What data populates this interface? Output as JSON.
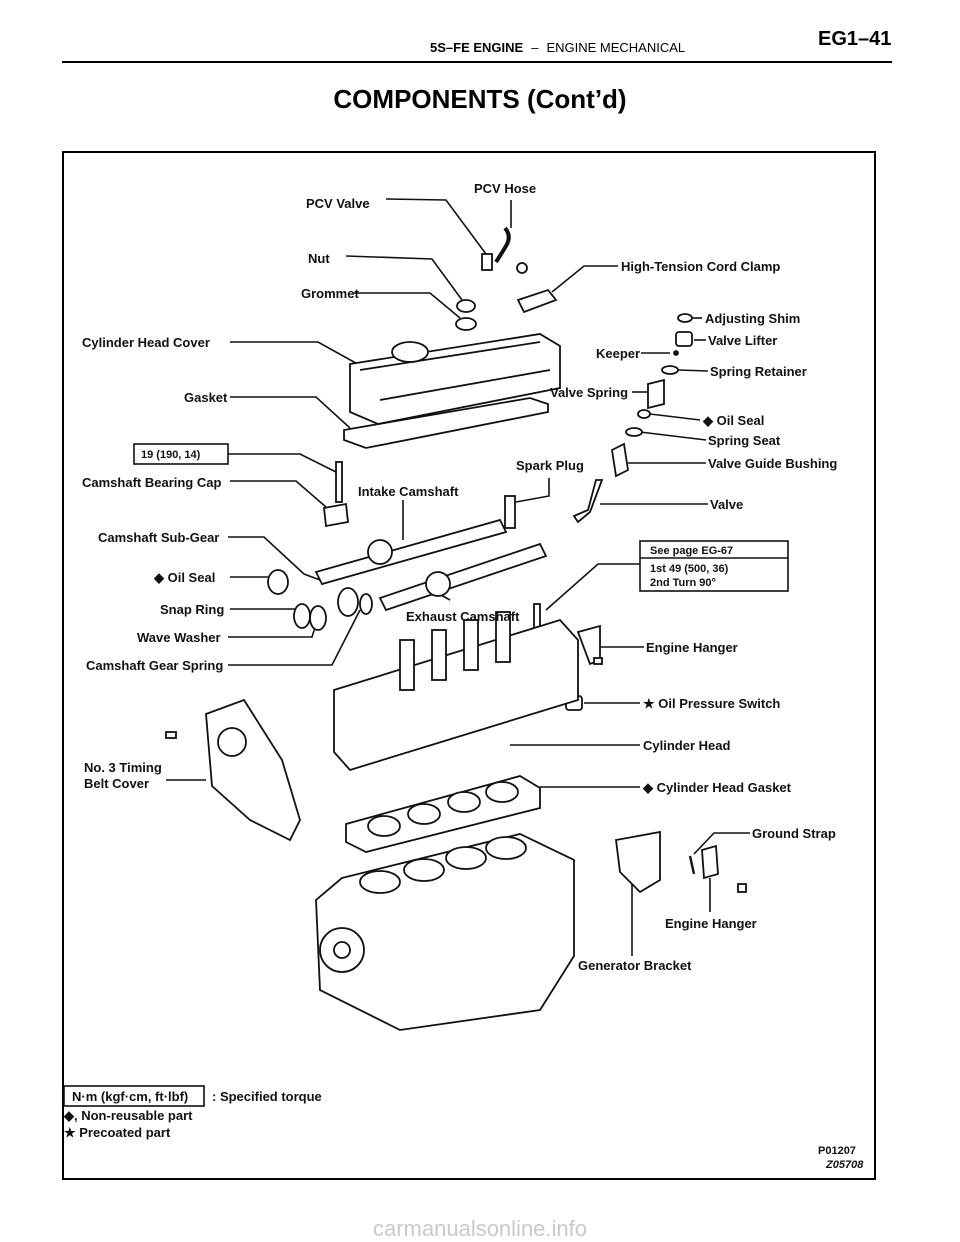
{
  "header": {
    "section": "5S–FE ENGINE",
    "separator": "–",
    "chapter": "ENGINE MECHANICAL",
    "page_code": "EG1–41"
  },
  "title": "COMPONENTS (Cont’d)",
  "labels": {
    "pcv_hose": "PCV Hose",
    "pcv_valve": "PCV Valve",
    "nut": "Nut",
    "high_tension_cord_clamp": "High-Tension Cord Clamp",
    "grommet": "Grommet",
    "adjusting_shim": "Adjusting Shim",
    "cylinder_head_cover": "Cylinder Head Cover",
    "valve_lifter": "Valve Lifter",
    "keeper": "Keeper",
    "spring_retainer": "Spring Retainer",
    "gasket": "Gasket",
    "valve_spring": "Valve Spring",
    "oil_seal_right": "◆ Oil Seal",
    "spring_seat": "Spring Seat",
    "torque_19": "19 (190, 14)",
    "spark_plug": "Spark Plug",
    "valve_guide_bushing": "Valve Guide Bushing",
    "camshaft_bearing_cap": "Camshaft Bearing Cap",
    "intake_camshaft": "Intake Camshaft",
    "valve": "Valve",
    "camshaft_sub_gear": "Camshaft Sub-Gear",
    "see_page": "See page EG-67",
    "torque_1st": "1st 49 (500, 36)",
    "torque_2nd": "2nd Turn 90°",
    "oil_seal_left": "◆ Oil Seal",
    "snap_ring": "Snap Ring",
    "exhaust_camshaft": "Exhaust Camshaft",
    "wave_washer": "Wave Washer",
    "engine_hanger_upper": "Engine Hanger",
    "camshaft_gear_spring": "Camshaft Gear Spring",
    "oil_pressure_switch": "★ Oil Pressure Switch",
    "cylinder_head": "Cylinder Head",
    "timing_cover_line1": "No. 3 Timing",
    "timing_cover_line2": "Belt Cover",
    "cylinder_head_gasket": "◆ Cylinder Head Gasket",
    "ground_strap": "Ground Strap",
    "engine_hanger_lower": "Engine Hanger",
    "generator_bracket": "Generator Bracket"
  },
  "legend": {
    "unit_box": "N·m (kgf·cm, ft·lbf)",
    "unit_desc": ": Specified torque",
    "non_reusable": "◆, Non-reusable part",
    "precoated": "★ Precoated part"
  },
  "figure_codes": {
    "code1": "P01207",
    "code2": "Z05708"
  },
  "watermark": "carmanualsonline.info"
}
